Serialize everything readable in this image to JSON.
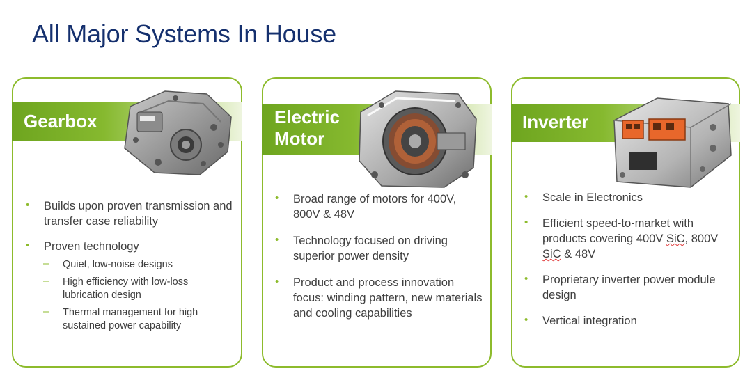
{
  "title": "All Major Systems In House",
  "cards": [
    {
      "title": "Gearbox",
      "image_icon": "gearbox-icon",
      "points": [
        {
          "text": "Builds upon proven transmission and transfer case reliability"
        },
        {
          "text": "Proven technology",
          "sub": [
            "Quiet, low-noise designs",
            "High efficiency with low-loss lubrication design",
            "Thermal management for high sustained power capability"
          ]
        }
      ]
    },
    {
      "title": "Electric\nMotor",
      "image_icon": "electric-motor-icon",
      "points": [
        {
          "text": "Broad range of motors for 400V, 800V & 48V"
        },
        {
          "text": "Technology focused on driving superior power density"
        },
        {
          "text": "Product and process innovation focus: winding pattern, new materials and cooling capabilities"
        }
      ]
    },
    {
      "title": "Inverter",
      "image_icon": "inverter-icon",
      "points": [
        {
          "text": "Scale in Electronics"
        },
        {
          "text_pre": "Efficient speed-to-market with products covering 400V ",
          "sic1": "SiC",
          "text_mid": ", 800V ",
          "sic2": "SiC",
          "text_post": " & 48V"
        },
        {
          "text": "Proprietary inverter power module design"
        },
        {
          "text": "Vertical integration"
        }
      ]
    }
  ],
  "colors": {
    "title": "#15306e",
    "accent_green": "#8dbb2c",
    "band_start": "#6ea51f",
    "text": "#3f3f3f",
    "inverter_orange": "#e8672b"
  }
}
